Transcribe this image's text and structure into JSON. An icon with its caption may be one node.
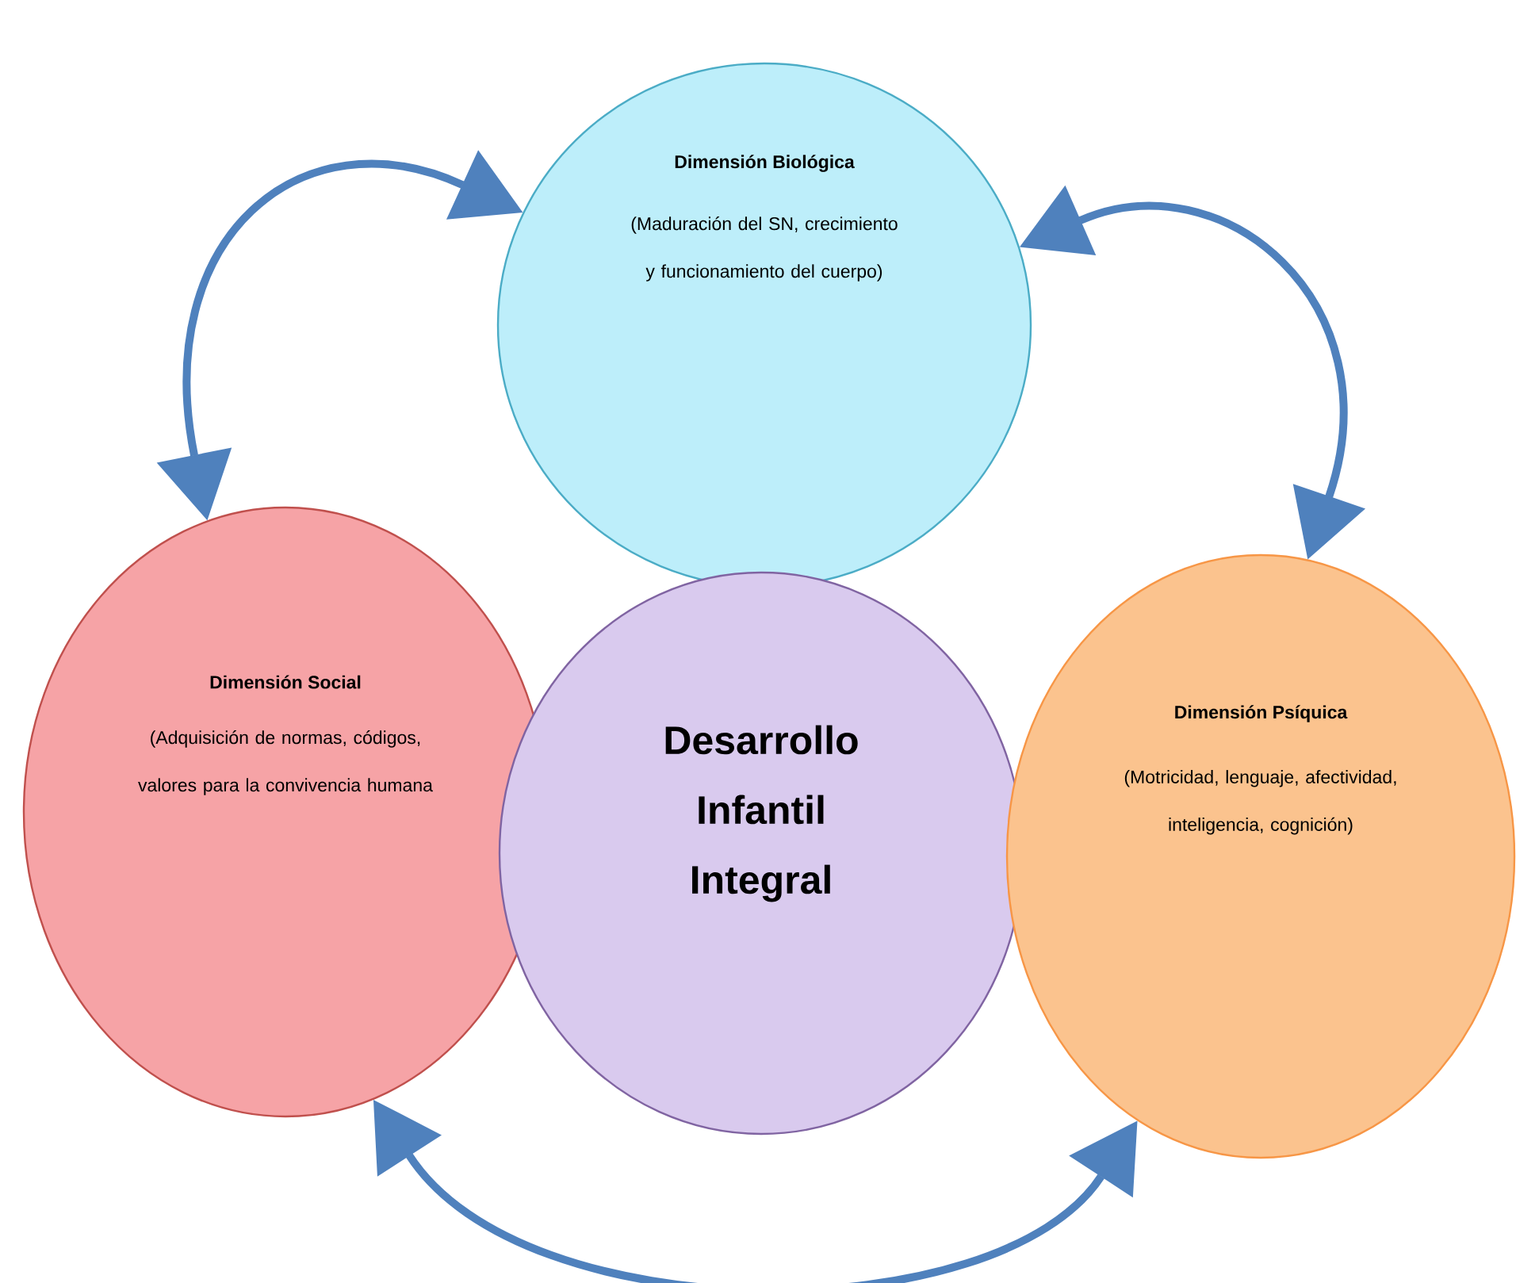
{
  "diagram": {
    "nodes": [
      {
        "text": [
          "Dimensión Biológica",
          "(Maduración del SN, crecimiento y funcionamiento del cuerpo)"
        ]
      },
      {
        "text": [
          "Dimensión Social",
          "(Adquisición de normas, códigos, valores para la convivencia humana"
        ]
      },
      {
        "text": [
          "Desarrollo Infantil Integral"
        ]
      },
      {
        "text": [
          "Dimensión Psíquica",
          "(Motricidad, lenguaje, afectividad, inteligencia, cognición)"
        ]
      }
    ],
    "edges": [
      {
        "from": 1,
        "to": 0,
        "arrow": "both"
      },
      {
        "from": 0,
        "to": 3,
        "arrow": "both"
      },
      {
        "from": 1,
        "to": 3,
        "arrow": "both"
      }
    ]
  }
}
